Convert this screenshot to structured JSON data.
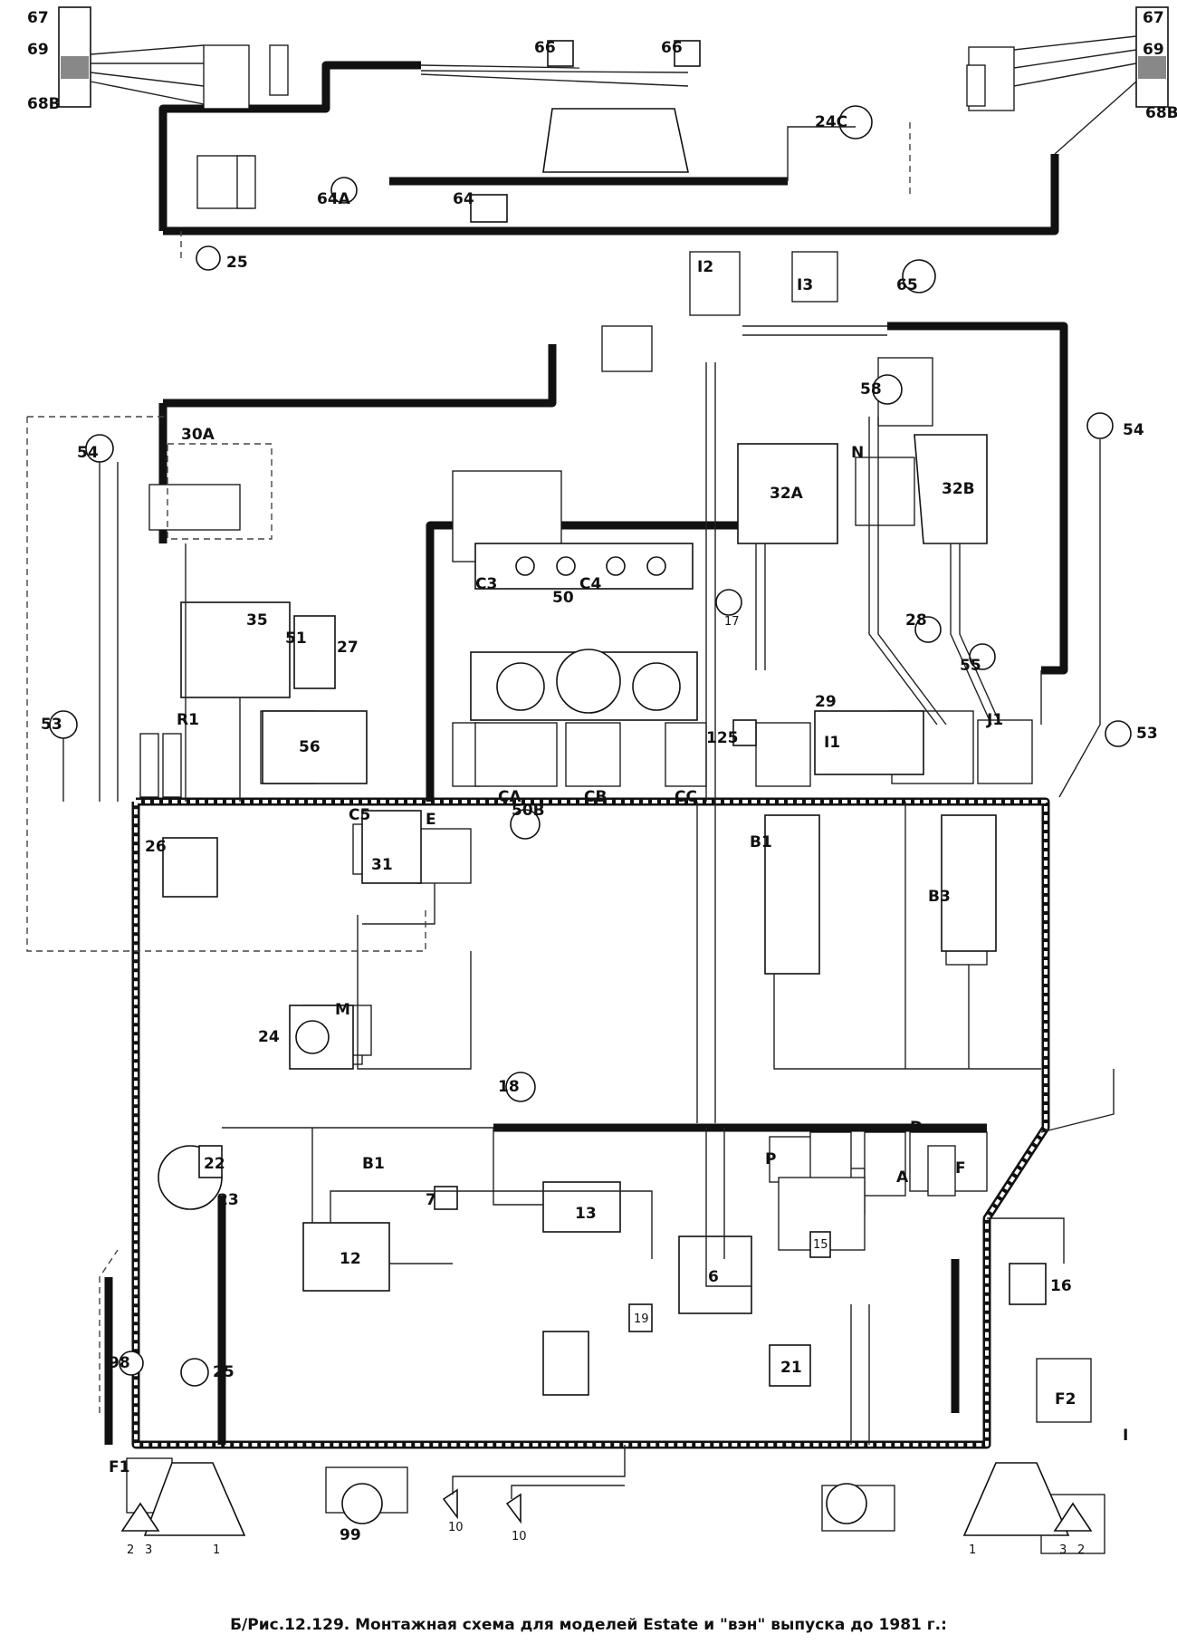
{
  "caption": "Б/Рис.12.129. Монтажная схема для моделей Estate и \"вэн\" выпуска до 1981 г.:",
  "component_labels": {
    "c1": "1",
    "c2": "2",
    "c3": "3",
    "c3r": "3",
    "c2r": "2",
    "c1r": "1",
    "c10a": "10",
    "c10b": "10",
    "c12": "12",
    "c13": "13",
    "c15": "15",
    "c16": "16",
    "c17": "17",
    "c18": "18",
    "c19": "19",
    "c21": "21",
    "c22": "22",
    "c23": "23",
    "c24": "24",
    "c24c": "24C",
    "c25": "25",
    "c25b": "25",
    "c26": "26",
    "c27": "27",
    "c28": "28",
    "c29": "29",
    "c30a": "30A",
    "c31": "31",
    "c32a": "32A",
    "c32b": "32B",
    "c35": "35",
    "c50": "50",
    "c50b": "50B",
    "c51": "51",
    "c53a": "53",
    "c53b": "53",
    "c54a": "54",
    "c54b": "54",
    "c55": "55",
    "c56": "56",
    "c58": "58",
    "c64": "64",
    "c64a": "64A",
    "c65": "65",
    "c66a": "66",
    "c66b": "66",
    "c68ba": "68B",
    "c68bb": "68B",
    "c69a": "69",
    "c67a": "67",
    "c69b": "69",
    "c67b": "67",
    "c99": "99",
    "c98": "98",
    "c6": "6",
    "c7": "7",
    "c125": "125"
  },
  "connector_labels": {
    "A": "A",
    "B1a": "B1",
    "B1b": "B1",
    "B3": "B3",
    "C3": "C3",
    "C4": "C4",
    "C5": "C5",
    "CA": "CA",
    "CB": "CB",
    "CC": "CC",
    "D": "D",
    "E": "E",
    "F": "F",
    "F1": "F1",
    "F2": "F2",
    "I1": "I1",
    "I2": "I2",
    "I3": "I3",
    "J1": "J1",
    "M": "M",
    "N": "N",
    "P": "P",
    "R1": "R1",
    "I": "I"
  }
}
